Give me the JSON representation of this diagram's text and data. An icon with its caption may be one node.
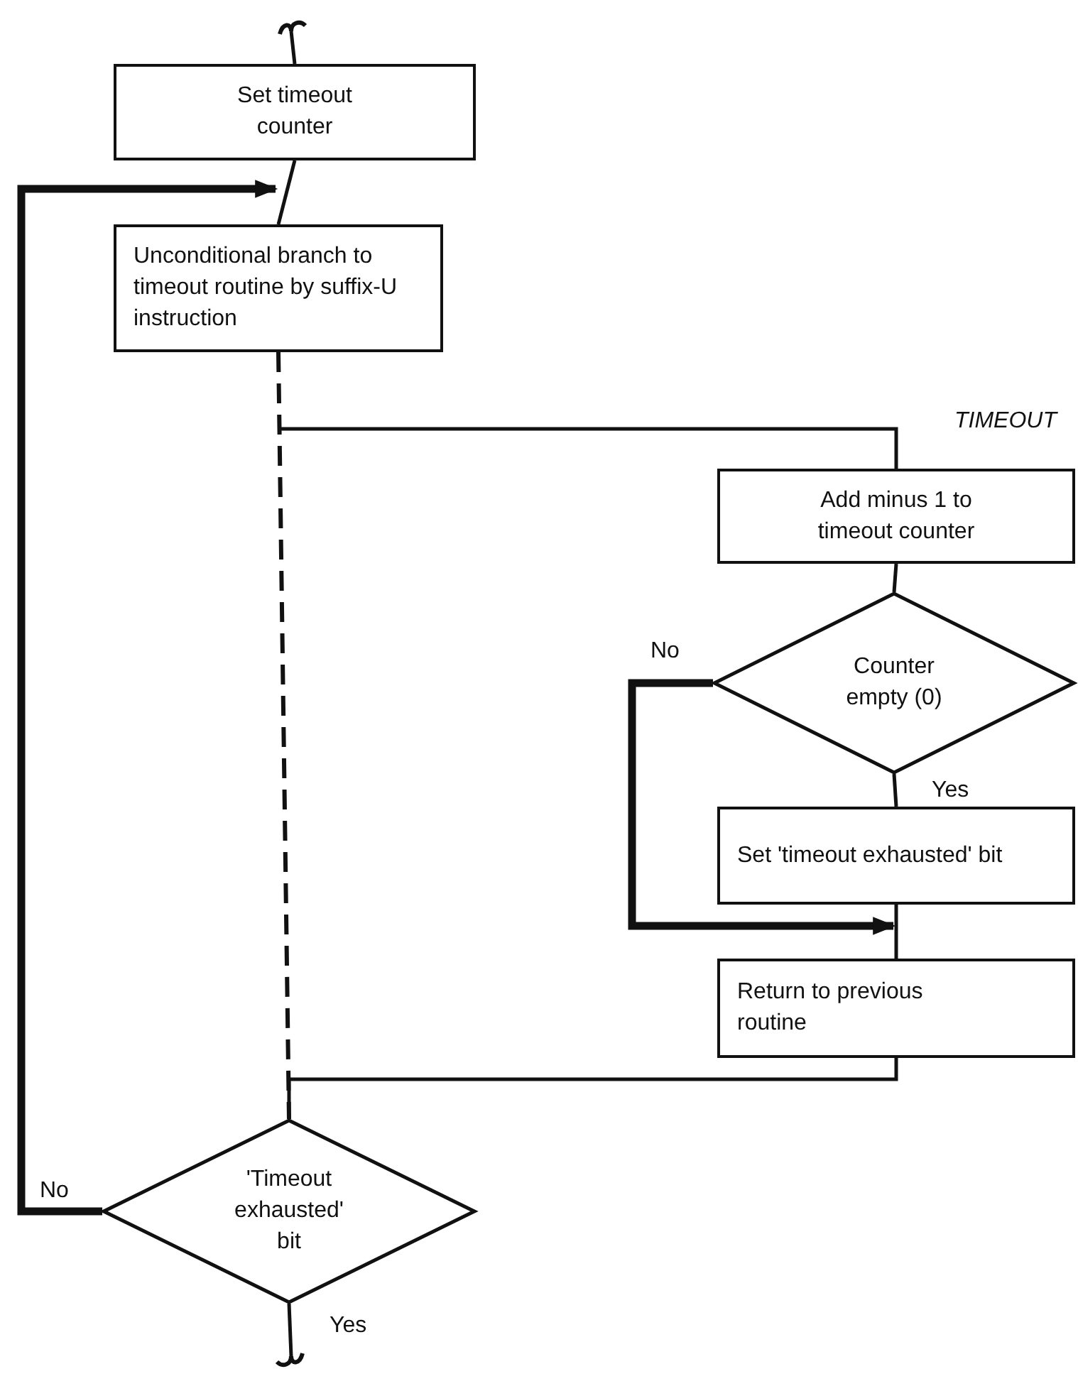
{
  "diagram": {
    "nodes": [
      {
        "text": [
          "Set timeout counter"
        ]
      },
      {
        "text": [
          "Unconditional branch to timeout routine by suffix-U instruction"
        ]
      },
      {
        "text": [
          "Add minus 1 to timeout counter"
        ],
        "beside": [
          "TIMEOUT"
        ]
      },
      {
        "text": [
          "Counter empty (0)"
        ]
      },
      {
        "text": [
          "Set 'timeout exhausted' bit"
        ]
      },
      {
        "text": [
          "Return to previous routine"
        ]
      },
      {
        "text": [
          "'Timeout exhausted' bit"
        ]
      }
    ],
    "edges": [
      {
        "from": null,
        "to": 0,
        "arrow": "none"
      },
      {
        "from": 0,
        "to": 1,
        "arrow": "none"
      },
      {
        "from": 1,
        "to": 6,
        "arrow": "none",
        "style": "dashed"
      },
      {
        "from": 1,
        "to": 2,
        "arrow": "none"
      },
      {
        "from": 2,
        "to": 3,
        "arrow": "none"
      },
      {
        "from": 3,
        "to": 4,
        "arrow": "none",
        "label": "Yes"
      },
      {
        "from": 3,
        "to": 5,
        "arrow": "to",
        "label": "No",
        "style": "thick"
      },
      {
        "from": 4,
        "to": 5,
        "arrow": "none"
      },
      {
        "from": 5,
        "to": 6,
        "arrow": "none"
      },
      {
        "from": 6,
        "to": 1,
        "arrow": "to",
        "label": "No",
        "style": "thick"
      },
      {
        "from": 6,
        "to": null,
        "arrow": "none",
        "label": "Yes"
      }
    ]
  }
}
